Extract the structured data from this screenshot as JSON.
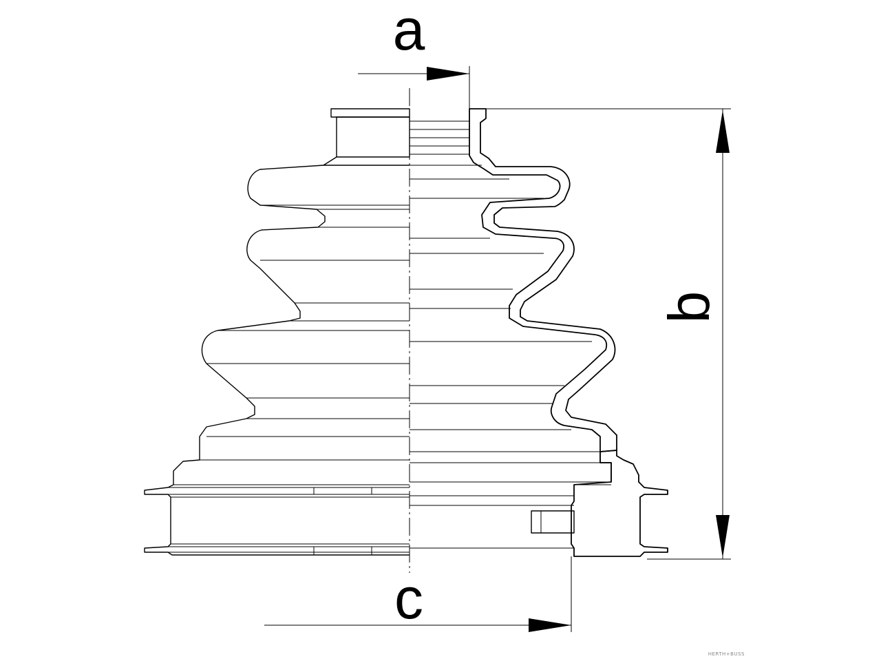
{
  "diagram": {
    "dimension_labels": {
      "a": "a",
      "b": "b",
      "c": "c"
    },
    "brand_mark": "HERTH+BUSS"
  }
}
